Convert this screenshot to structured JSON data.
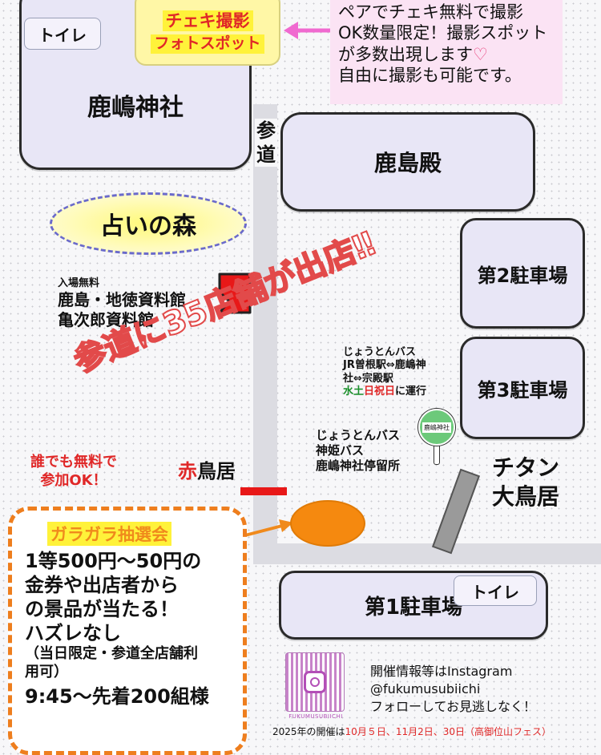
{
  "map": {
    "shrine": {
      "label": "鹿嶋神社",
      "toilet": "トイレ"
    },
    "cheki": {
      "line1": "チェキ撮影",
      "line2": "フォトスポット"
    },
    "cheki_note": {
      "lines": [
        "ペアでチェキ無料で撮影",
        "OK数量限定！撮影スポット",
        "が多数出現します",
        "自由に撮影も可能です。"
      ],
      "heart": "♡"
    },
    "sando_label": "参道",
    "kashimaden": "鹿島殿",
    "uranai": "占いの森",
    "parking2": "第2駐車場",
    "parking3": "第3駐車場",
    "parking1": {
      "label": "第1駐車場",
      "toilet": "トイレ"
    },
    "museum": {
      "free": "入場無料",
      "line1": "鹿島・地徳資料館",
      "line2": "亀次郎資料館"
    },
    "headline": "参道に35店舗が出店‼",
    "bus1": {
      "title": "じょうとんバス",
      "route1": "JR曽根駅⇔鹿嶋神",
      "route2": "社⇔宗殿駅",
      "days_a": "水土",
      "days_b": "日祝日",
      "days_c": "に運行"
    },
    "bus_sign": "鹿嶋神社",
    "bus2": {
      "line1": "じょうとんバス",
      "line2": "神姫バス",
      "line3": "鹿嶋神社停留所"
    },
    "aka_torii": {
      "prefix": "赤",
      "rest": "鳥居"
    },
    "titan_torii": {
      "line1": "チタン",
      "line2": "大鳥居"
    },
    "free_join": {
      "line1": "誰でも無料で",
      "line2": "参加OK！"
    },
    "lottery": {
      "title": "ガラガラ抽選会",
      "lines": [
        "1等500円～50円の",
        "金券や出店者から",
        "の景品が当たる！",
        "ハズレなし"
      ],
      "note1": "（当日限定・参道全店舗利",
      "note2": "用可）",
      "time": "9:45～先着200組様"
    },
    "instagram": {
      "qr_caption": "FUKUMUSUBIICHI",
      "line1": "開催情報等はInstagram",
      "line2": "@fukumusubiichi",
      "line3": "フォローしてお見逃しなく！"
    },
    "footer": {
      "prefix": "2025年の開催は",
      "dates": "10月５日、11月2日、30日",
      "fes": "（高御位山フェス）"
    },
    "colors": {
      "building_fill": "#e8e6f6",
      "accent_red": "#e02828",
      "lottery_orange": "#f08a1c",
      "note_pink": "#fbe3f4",
      "cheki_yellow": "#fff7a6"
    }
  }
}
